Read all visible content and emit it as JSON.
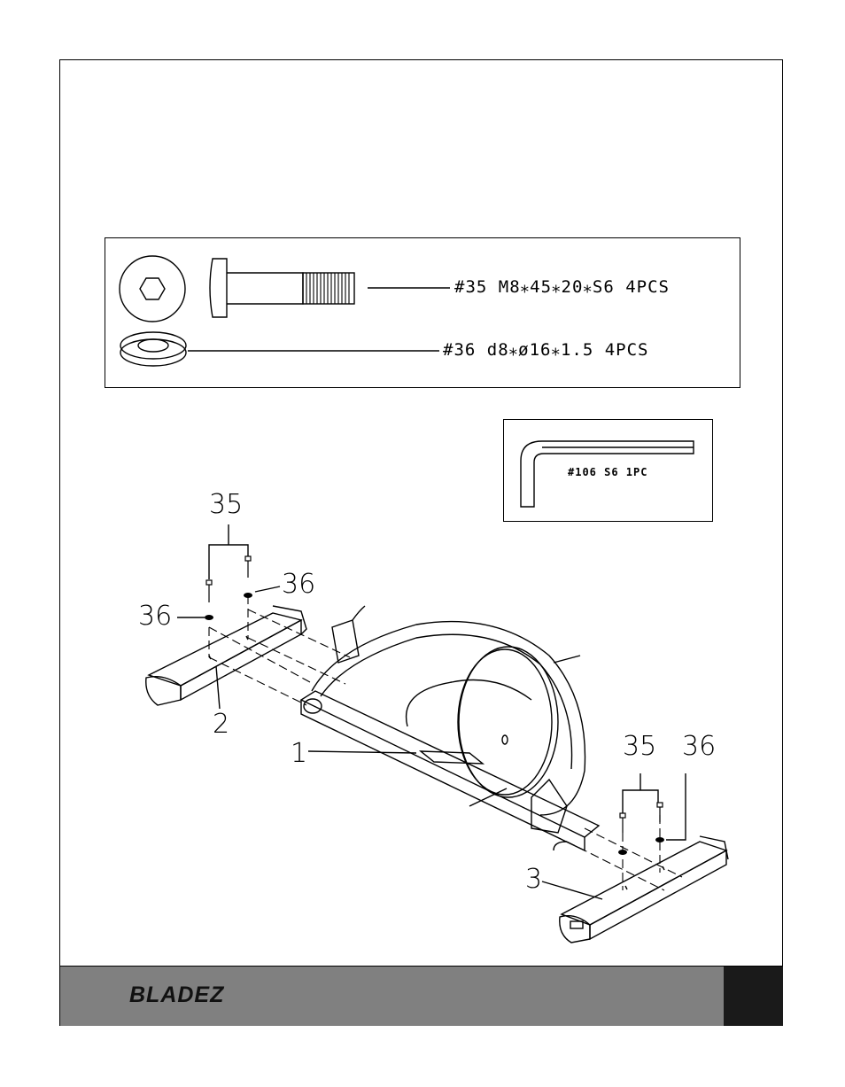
{
  "hardware": {
    "bolt": {
      "label": "#35 M8⁎45⁎20⁎S6 4PCS",
      "icon": "hex-bolt-icon"
    },
    "washer": {
      "label": "#36 d8⁎ø16⁎1.5 4PCS",
      "icon": "flat-washer-icon"
    }
  },
  "tool": {
    "label": "#106 S6 1PC",
    "icon": "allen-wrench-icon"
  },
  "callouts": {
    "front_bolt": "35",
    "front_washer_right": "36",
    "front_washer_left": "36",
    "front_stabilizer": "2",
    "main_frame": "1",
    "rear_bolt": "35",
    "rear_washer": "36",
    "rear_stabilizer": "3"
  },
  "footer": {
    "brand": "BLADEZ"
  }
}
